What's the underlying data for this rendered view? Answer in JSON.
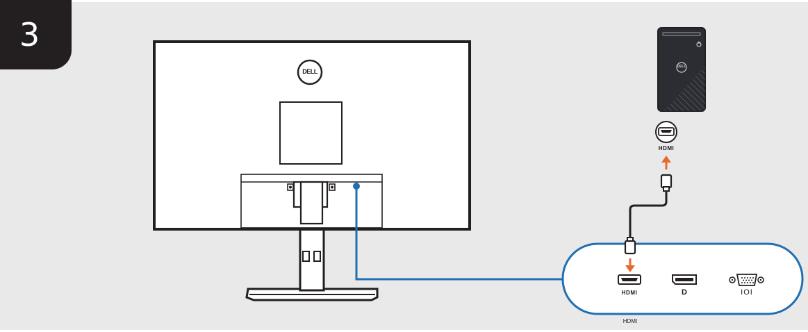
{
  "step": {
    "number": "3"
  },
  "brand": {
    "logo_text": "DELL"
  },
  "computer": {
    "logo_text": "DELL",
    "port_label": "HDMI"
  },
  "monitor_ports": {
    "hdmi_label": "HDMI",
    "dp_label": "D",
    "vga_label": "IOI"
  },
  "caption": "HDMI",
  "colors": {
    "background": "#e9e9ea",
    "outline": "#231f20",
    "cable_blue": "#1f6fb2",
    "arrow_orange": "#e8692c",
    "tower_fill": "#2b2d33"
  },
  "icons": [
    "hdmi-port-icon",
    "displayport-port-icon",
    "vga-port-icon",
    "power-icon",
    "hdmi-plug-icon",
    "arrow-up-icon",
    "arrow-down-icon"
  ]
}
